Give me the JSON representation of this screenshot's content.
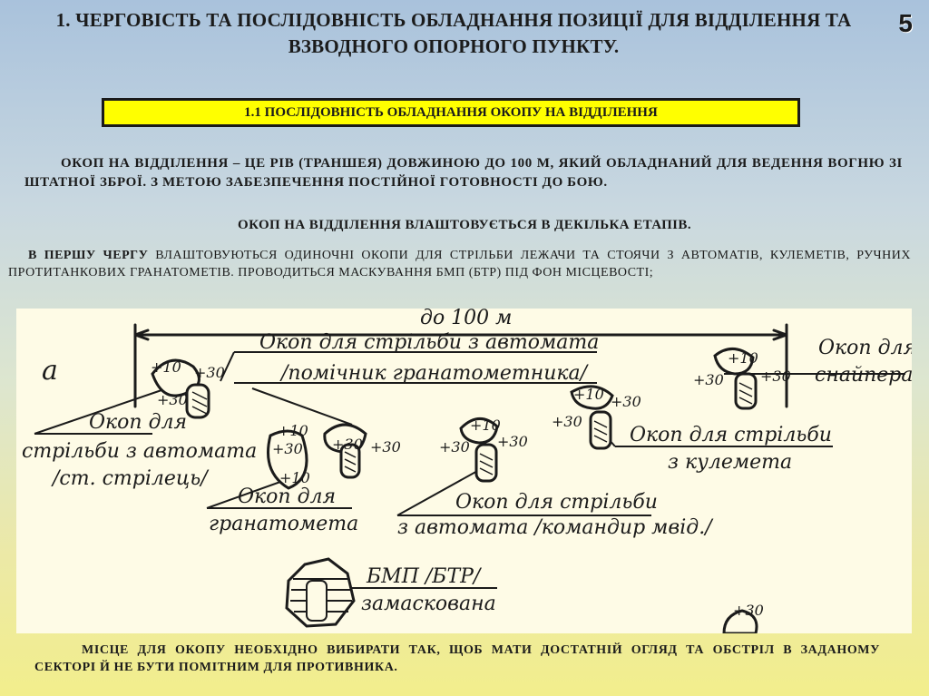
{
  "page_number": "5",
  "title": "1. ЧЕРГОВІСТЬ ТА ПОСЛІДОВНІСТЬ ОБЛАДНАННЯ ПОЗИЦІЇ ДЛЯ ВІДДІЛЕННЯ ТА ВЗВОДНОГО ОПОРНОГО ПУНКТУ.",
  "subtitle": "1.1 ПОСЛІДОВНІСТЬ ОБЛАДНАННЯ ОКОПУ НА ВІДДІЛЕННЯ",
  "paragraph_definition": "ОКОП НА ВІДДІЛЕННЯ – ЦЕ РІВ (ТРАНШЕЯ) ДОВЖИНОЮ ДО 100 М, ЯКИЙ ОБЛАДНАНИЙ ДЛЯ ВЕДЕННЯ ВОГНЮ ЗІ ШТАТНОЇ ЗБРОЇ. З МЕТОЮ ЗАБЕЗПЕЧЕННЯ ПОСТІЙНОЇ ГОТОВНОСТІ ДО БОЮ.",
  "paragraph_stages": "ОКОП НА ВІДДІЛЕННЯ ВЛАШТОВУЄТЬСЯ В ДЕКІЛЬКА ЕТАПІВ.",
  "first_stage": {
    "lead": "В ПЕРШУ ЧЕРГУ",
    "text": " ВЛАШТОВУЮТЬСЯ ОДИНОЧНІ ОКОПИ ДЛЯ СТРІЛЬБИ ЛЕЖАЧИ ТА СТОЯЧИ З АВТОМАТІВ, КУЛЕМЕТІВ, РУЧНИХ ПРОТИТАНКОВИХ ГРАНАТОМЕТІВ. ПРОВОДИТЬСЯ МАСКУВАННЯ БМП (БТР) ПІД ФОН МІСЦЕВОСТІ;"
  },
  "diagram": {
    "letter": "а",
    "distance": "до 100 м",
    "labels": {
      "rifleman_1": "Окоп для",
      "rifleman_2": "стрільби з автомата",
      "rifleman_3": "/ст. стрілець/",
      "assistant_1": "Окоп для стрільби з автомата",
      "assistant_2": "/помічник гранатометника/",
      "sniper_1": "Окоп для",
      "sniper_2": "снайпера",
      "grenade_1": "Окоп для",
      "grenade_2": "гранатомета",
      "mg_1": "Окоп для стрільби",
      "mg_2": "з кулемета",
      "commander_1": "Окоп для стрільби",
      "commander_2": "з автомата /командир мвід./",
      "bmp_1": "БМП /БТР/",
      "bmp_2": "замаскована"
    },
    "marks": {
      "p10": "+10",
      "p30": "+30"
    }
  },
  "paragraph_place": "МІСЦЕ ДЛЯ ОКОПУ НЕОБХІДНО ВИБИРАТИ ТАК, ЩОБ МАТИ ДОСТАТНІЙ ОГЛЯД ТА ОБСТРІЛ В ЗАДАНОМУ СЕКТОРІ Й НЕ БУТИ ПОМІТНИМ ДЛЯ ПРОТИВНИКА."
}
